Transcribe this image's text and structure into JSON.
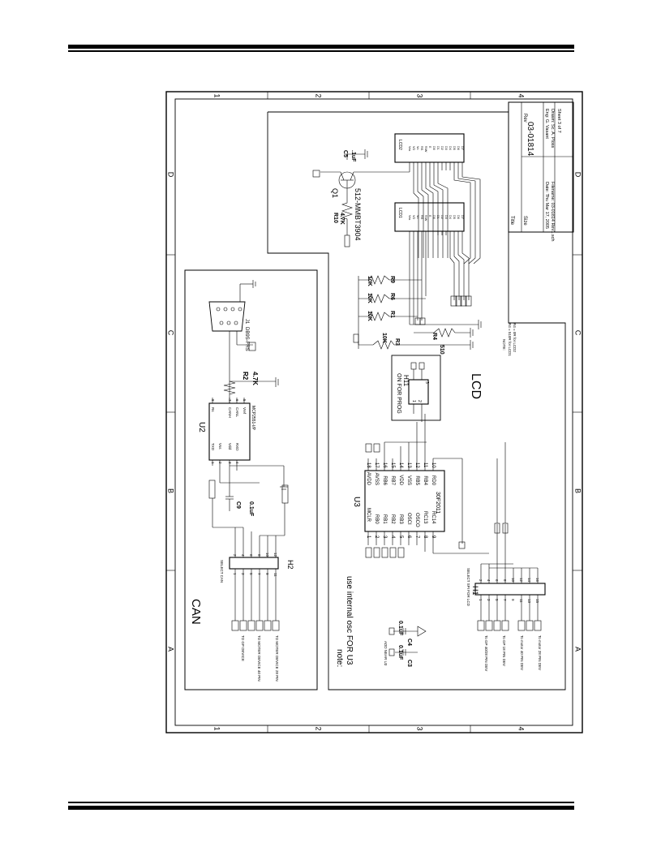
{
  "sheet": {
    "border_columns": [
      "1",
      "2",
      "3",
      "4"
    ],
    "border_rows": [
      "D",
      "C",
      "B",
      "A"
    ]
  },
  "title_block": {
    "title_label": "Title",
    "size_label": "Size",
    "rev_label": "Rev",
    "doc_number": "03-01814",
    "date": "Date: Thu Mar 17, 2005",
    "filename": "Filename: 03-01814 Rev1.sch",
    "eng": "Eng: G. Vasant",
    "drawn": "Drawn: Sc. A. Ploss",
    "sheet_of": "Sheet 3 of 7"
  },
  "sections": {
    "can": "CAN",
    "lcd": "LCD",
    "on_for_prog": "ON FOR PROG",
    "note_title": "note:",
    "note_text": "use internal osc FOR U3"
  },
  "parts": {
    "u2": {
      "ref": "U2",
      "value": "MCP2551-I/P",
      "pins_left": [
        "TXD",
        "Vss",
        "Vdd",
        "RXD"
      ],
      "pin_nums_left": [
        "1",
        "2",
        "3",
        "4"
      ],
      "pins_right": [
        "Rs",
        "CANH",
        "CANL",
        "Vref"
      ],
      "pin_nums_right": [
        "8",
        "7",
        "6",
        "5"
      ]
    },
    "u3": {
      "ref": "U3",
      "value": "30F2011",
      "pins_left": [
        "MCLR",
        "RB0",
        "RB1",
        "RB2",
        "RB3",
        "OSCI",
        "OSCO",
        "RC13",
        "RC14"
      ],
      "pin_nums_left": [
        "1",
        "2",
        "3",
        "4",
        "5",
        "6",
        "7",
        "8",
        "9"
      ],
      "pins_right": [
        "AVDD",
        "AVSS",
        "RB6",
        "RB7",
        "VDD",
        "VSS",
        "RB5",
        "RB4",
        "RD0"
      ],
      "pin_nums_right": [
        "18",
        "17",
        "16",
        "15",
        "14",
        "13",
        "12",
        "11",
        "10"
      ]
    },
    "j1": {
      "ref": "J1",
      "value": "DB9S-FRS"
    },
    "h2": {
      "ref": "H2",
      "label": "SELECT CAN",
      "pins_top": [
        "2",
        "4",
        "6",
        "8",
        "10",
        "12"
      ],
      "pins_bottom": [
        "1",
        "3",
        "5",
        "7",
        "9",
        "11"
      ],
      "destinations": [
        "TO GP DEVICE",
        "TO MOTER DEVICE 40 PIN",
        "TO MOTER DEVICE 28 PIN"
      ]
    },
    "h1": {
      "ref": "H1",
      "label": "SELECT SPI FOR LCD",
      "pins_top": [
        "2",
        "4",
        "6",
        "8",
        "10",
        "12",
        "14",
        "16"
      ],
      "pins_bottom": [
        "1",
        "3",
        "5",
        "7",
        "9",
        "11",
        "13",
        "15"
      ],
      "destinations": [
        "To GP 40/28 PIN DEV",
        "To GP 18 PIN DEV",
        "To motor 40 PIN DEV",
        "To motor 28 PIN DEV"
      ]
    },
    "h11": {
      "ref": "H11",
      "pins": [
        "1",
        "2",
        "3"
      ]
    },
    "lcd1": {
      "ref": "LCD1",
      "pins": [
        "Vss",
        "VD",
        "Vo",
        "RS",
        "R/W",
        "E",
        "D0",
        "D1",
        "D2",
        "D3",
        "D4",
        "D5",
        "D6",
        "D7"
      ]
    },
    "lcd2": {
      "ref": "LCD2",
      "pins": [
        "Vss",
        "VD",
        "Vo",
        "RS",
        "R/W",
        "E",
        "D0",
        "D1",
        "D2",
        "D3",
        "D4",
        "D5",
        "D6",
        "D7"
      ]
    },
    "q1": {
      "ref": "Q1",
      "value": "512-MMBT3904"
    },
    "r10": {
      "ref": "R10",
      "value": "4.7K"
    },
    "r2": {
      "ref": "R2",
      "value": "4.7K"
    },
    "r9": {
      "ref": "R9",
      "value": "10K"
    },
    "r6": {
      "ref": "R6",
      "value": "10K"
    },
    "r1": {
      "ref": "R1",
      "value": "10K"
    },
    "r3": {
      "ref": "R3",
      "value": "10K"
    },
    "r4": {
      "ref": "R4",
      "value": "510"
    },
    "c5": {
      "ref": "C5",
      "value": ".1uF"
    },
    "c9": {
      "ref": "C9",
      "value": "0.1uF"
    },
    "c3": {
      "ref": "C3",
      "value": "0.1uF"
    },
    "c4": {
      "ref": "C4",
      "value": "0.1uF"
    },
    "add_near_u3": "ADD NEAR U3",
    "r4_note": [
      "NOTE:",
      "R4 = 510R for LCD1",
      "R4 = 0R for LCD2"
    ]
  }
}
